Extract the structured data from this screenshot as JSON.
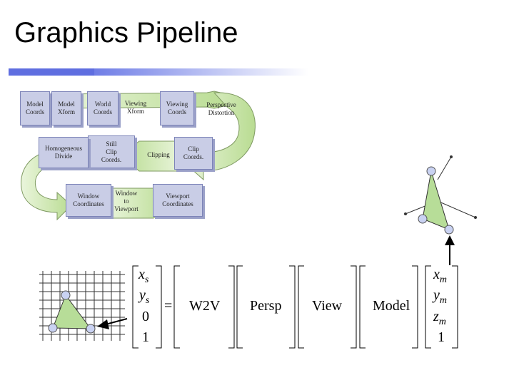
{
  "title": "Graphics Pipeline",
  "pipeline": {
    "model_coords": "Model\nCoords",
    "model_xform": "Model\nXform",
    "world_coords": "World\nCoords",
    "viewing_xform": "Viewing\nXform",
    "viewing_coords": "Viewing\nCoords",
    "perspective_distortion": "Perspective\nDistortion",
    "still_clip_coords": "Still\nClip\nCoords.",
    "clipping": "Clipping",
    "clip_coords": "Clip\nCoords.",
    "homogeneous_divide": "Homogeneous\nDivide",
    "window_coordinates": "Window\nCoordinates",
    "window_to_viewport": "Window\nto\nViewport",
    "viewport_coordinates": "Viewport\nCoordinates"
  },
  "equation": {
    "x": "x",
    "s": "s",
    "y": "y",
    "m": "m",
    "z": "z",
    "zero": "0",
    "one": "1",
    "equals": "=",
    "w2v": "W2V",
    "persp": "Persp",
    "view": "View",
    "model": "Model"
  },
  "colors": {
    "title_bar": "#5f6ee0",
    "box_fill": "#c9cde6",
    "arrow_green": "#c6e3a7",
    "triangle_green": "#b7dd98",
    "vertex_blue": "#c9d2f2"
  }
}
